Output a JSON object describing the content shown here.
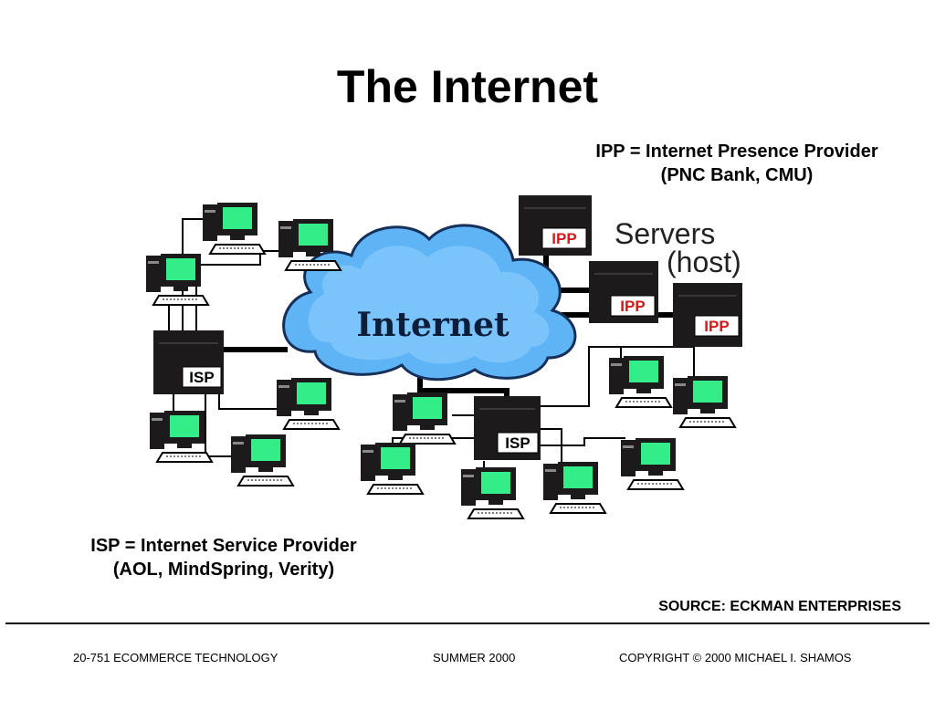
{
  "slide": {
    "title": "The Internet",
    "ipp_caption": {
      "line1": "IPP = Internet Presence Provider",
      "line2": "(PNC Bank, CMU)"
    },
    "isp_caption": {
      "line1": "ISP = Internet Service Provider",
      "line2": "(AOL, MindSpring, Verity)"
    },
    "source": "SOURCE: ECKMAN ENTERPRISES"
  },
  "diagram": {
    "cloud_label": "Internet",
    "servers_label": "Servers",
    "host_label": "(host)",
    "ipp_badge": "IPP",
    "isp_badge": "ISP",
    "colors": {
      "cloud_fill": "#5fb4f5",
      "cloud_inner": "#8fd0ff",
      "screen": "#33ee88",
      "tower": "#1c1a1a",
      "badge_text": "#d21a1a"
    }
  },
  "footer": {
    "left": "20-751 ECOMMERCE TECHNOLOGY",
    "center": "SUMMER 2000",
    "right": "COPYRIGHT © 2000 MICHAEL I. SHAMOS"
  }
}
